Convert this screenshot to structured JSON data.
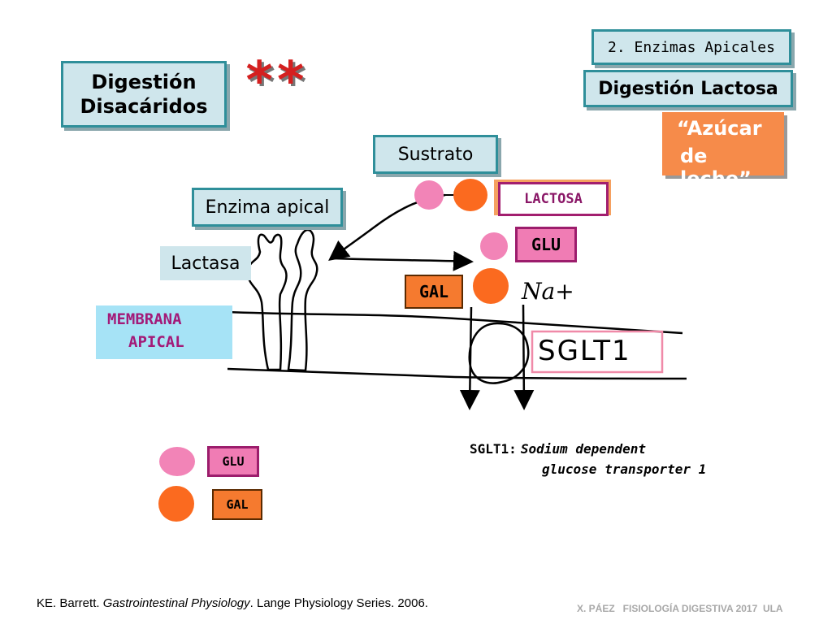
{
  "title": {
    "line1": "Digestión",
    "line2": "Disacáridos",
    "stars": "**"
  },
  "section_label": "2. Enzimas Apicales",
  "subtitle": "Digestión Lactosa",
  "sugar_note": {
    "line1": "“Azúcar",
    "line2": "de leche”"
  },
  "labels": {
    "sustrato": "Sustrato",
    "enzima_apical": "Enzima apical",
    "lactasa": "Lactasa",
    "membrana_line1": "MEMBRANA",
    "membrana_line2": "APICAL",
    "lactosa": "LACTOSA",
    "glu": "GLU",
    "gal": "GAL",
    "na": "Na+",
    "sglt1": "SGLT1"
  },
  "legend": {
    "glu": "GLU",
    "gal": "GAL"
  },
  "sglt1_note": {
    "prefix": "SGLT1:",
    "line1": "Sodium dependent",
    "line2": "glucose transporter 1"
  },
  "footer": {
    "reference_prefix": "KE. Barrett.",
    "reference_title": "Gastrointestinal Physiology",
    "reference_suffix": ". Lange Physiology Series. 2006.",
    "credit": "X. PÁEZ   FISIOLOGÍA DIGESTIVA 2017  ULA"
  },
  "colors": {
    "glucose": "#f284b7",
    "galactose": "#fb6a1f",
    "teal_border": "#2f8f9a",
    "teal_fill": "#cfe6ec",
    "membrane_fill": "#a6e3f6"
  }
}
